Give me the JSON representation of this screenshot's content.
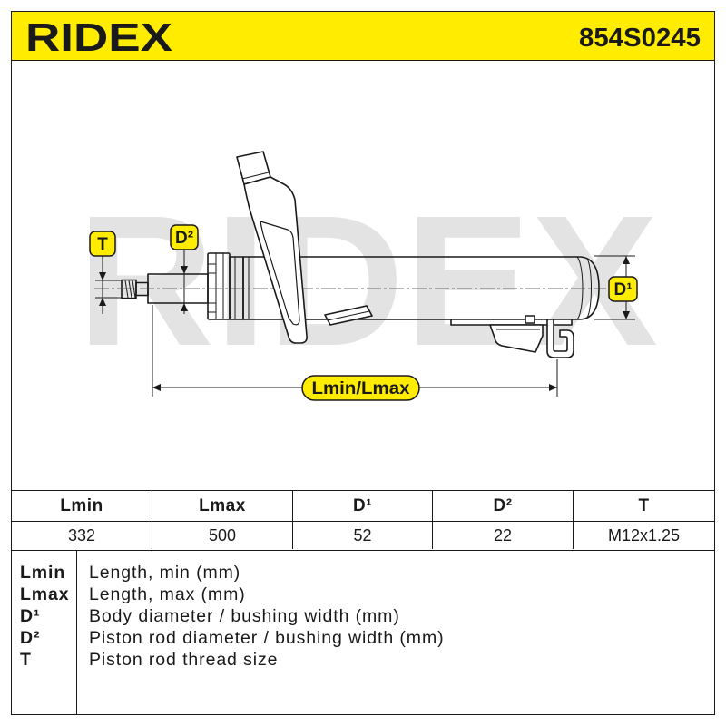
{
  "header": {
    "logo": "RIDEX",
    "part_number": "854S0245"
  },
  "drawing": {
    "watermark": "RIDEX",
    "labels": {
      "t": "T",
      "d2": "D²",
      "d1": "D¹",
      "length": "Lmin/Lmax"
    }
  },
  "table": {
    "headers": [
      "Lmin",
      "Lmax",
      "D¹",
      "D²",
      "T"
    ],
    "values": [
      "332",
      "500",
      "52",
      "22",
      "M12x1.25"
    ]
  },
  "legend": [
    {
      "key": "Lmin",
      "desc": "Length, min (mm)"
    },
    {
      "key": "Lmax",
      "desc": "Length, max (mm)"
    },
    {
      "key": "D¹",
      "desc": "Body diameter / bushing width (mm)"
    },
    {
      "key": "D²",
      "desc": "Piston rod diameter / bushing width (mm)"
    },
    {
      "key": "T",
      "desc": "Piston rod thread size"
    }
  ],
  "colors": {
    "accent": "#FFEC00",
    "ink": "#1a1a1a",
    "watermark": "#e3e3e3"
  }
}
